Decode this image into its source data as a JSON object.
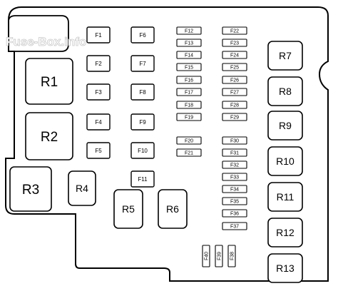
{
  "watermark": "Fuse-Box.info",
  "relays": [
    "R1",
    "R2",
    "R3",
    "R4",
    "R5",
    "R6",
    "R7",
    "R8",
    "R9",
    "R10",
    "R11",
    "R12",
    "R13"
  ],
  "fuses": [
    "F1",
    "F2",
    "F3",
    "F4",
    "F5",
    "F6",
    "F7",
    "F8",
    "F9",
    "F10",
    "F11",
    "F12",
    "F13",
    "F14",
    "F15",
    "F16",
    "F17",
    "F18",
    "F19",
    "F20",
    "F21",
    "F22",
    "F23",
    "F24",
    "F25",
    "F26",
    "F27",
    "F28",
    "F29",
    "F30",
    "F31",
    "F32",
    "F33",
    "F34",
    "F35",
    "F36",
    "F37",
    "F38",
    "F39",
    "F40"
  ]
}
